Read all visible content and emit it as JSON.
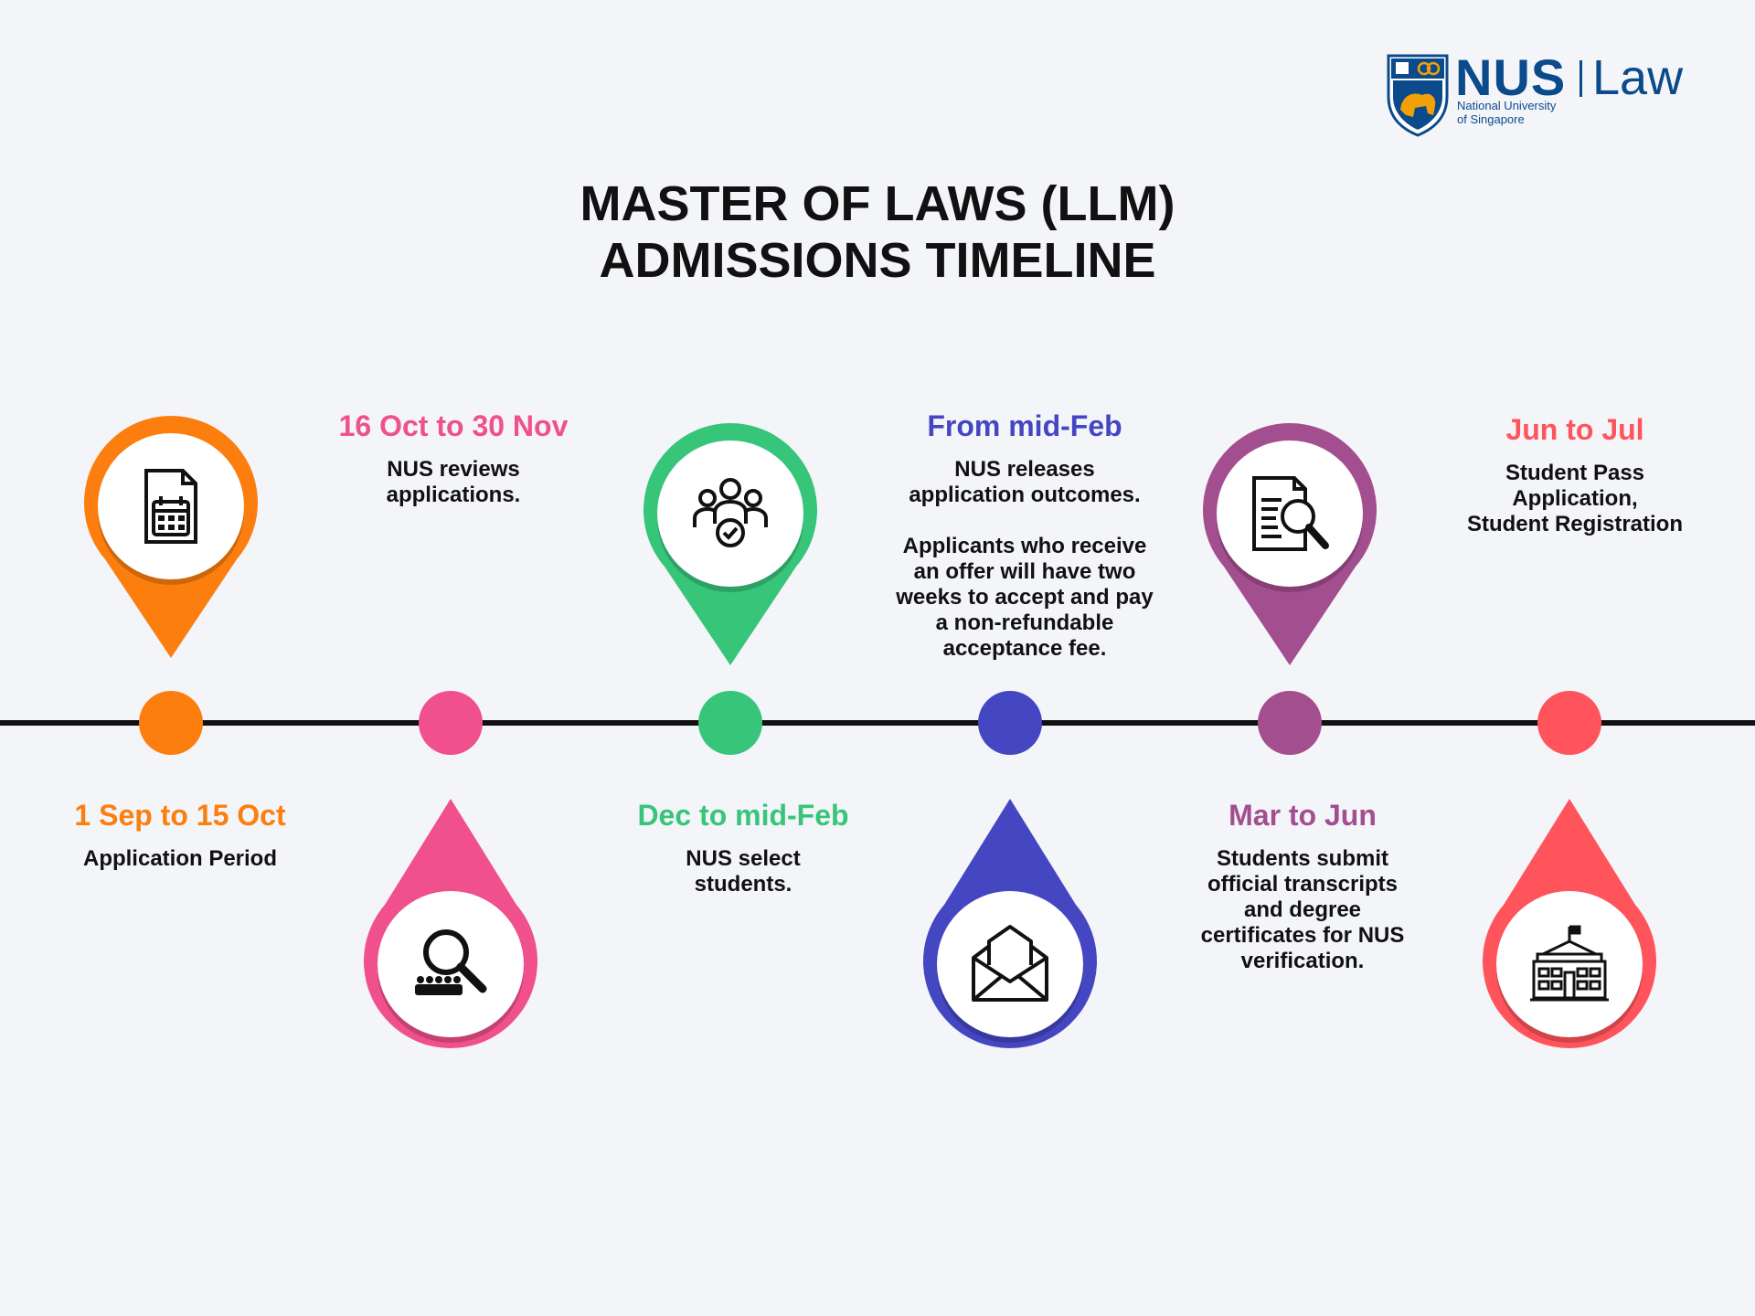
{
  "logo": {
    "brand": "NUS",
    "faculty": "Law",
    "subtitle_line1": "National University",
    "subtitle_line2": "of Singapore"
  },
  "title": {
    "line1": "MASTER OF LAWS (LLM)",
    "line2": "ADMISSIONS TIMELINE"
  },
  "colors": {
    "orange": "#fc7e0e",
    "pink": "#f0508b",
    "green": "#37c57a",
    "indigo": "#4446c2",
    "purple": "#a34e8f",
    "red": "#ff545c"
  },
  "steps": [
    {
      "date": "1 Sep to 15 Oct",
      "desc1": "Application Period",
      "icon": "calendar-document-icon"
    },
    {
      "date": "16 Oct to 30 Nov",
      "desc1": "NUS reviews applications.",
      "icon": "magnifier-people-icon"
    },
    {
      "date": "Dec to mid-Feb",
      "desc1": "NUS select students.",
      "icon": "group-check-icon"
    },
    {
      "date": "From mid-Feb",
      "desc1": "NUS releases application outcomes.",
      "desc2": "Applicants who receive an offer will have two weeks to accept and pay a non-refundable acceptance fee.",
      "icon": "envelope-icon"
    },
    {
      "date": "Mar to Jun",
      "desc1": "Students submit official transcripts and degree certificates for NUS verification.",
      "icon": "document-search-icon"
    },
    {
      "date": "Jun to Jul",
      "desc1": "Student Pass Application,",
      "desc2": "Student Registration",
      "icon": "university-building-icon"
    }
  ]
}
